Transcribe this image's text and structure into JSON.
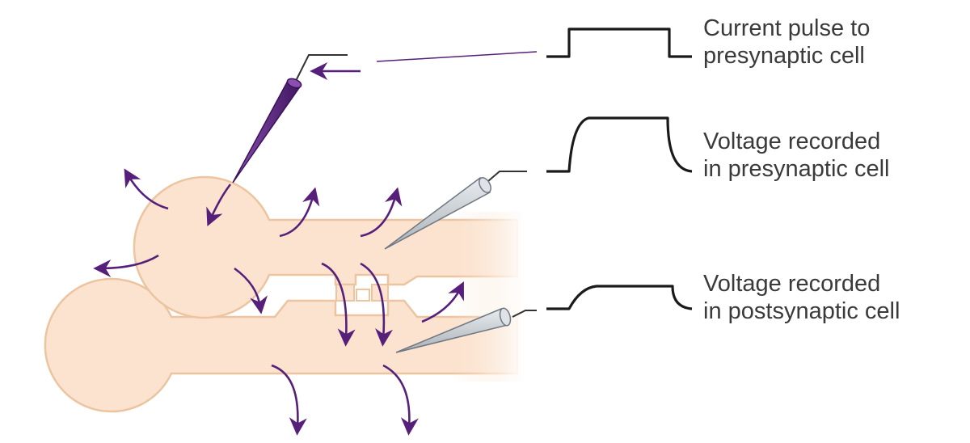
{
  "labels": {
    "current_pulse": {
      "line1": "Current pulse to",
      "line2": "presynaptic cell"
    },
    "pre_voltage": {
      "line1": "Voltage recorded",
      "line2": "in presynaptic cell"
    },
    "post_voltage": {
      "line1": "Voltage recorded",
      "line2": "in postsynaptic cell"
    }
  },
  "colors": {
    "cell_fill": "#fbe3cf",
    "cell_outline": "#ecc4a0",
    "current_arrow": "#56207a",
    "stim_electrode": "#6a2e8c",
    "record_electrode": "#c9ced4",
    "trace": "#1a1a1a"
  },
  "icons": {
    "stimulating_electrode": "purple-electrode-icon",
    "recording_electrode": "gray-electrode-icon"
  }
}
